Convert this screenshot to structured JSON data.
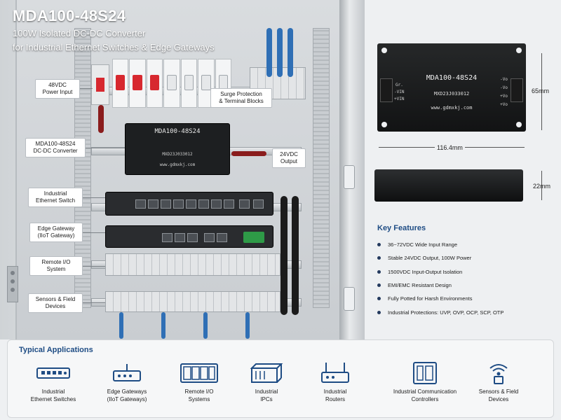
{
  "header": {
    "title": "MDA100-48S24",
    "subtitle_line1": "100W Isolated DC-DC Converter",
    "subtitle_line2": "for Industrial Ethernet Switches & Edge Gateways"
  },
  "callouts": {
    "power_input": [
      "48VDC",
      "Power Input"
    ],
    "surge": [
      "Surge Protection",
      "& Terminal Blocks"
    ],
    "converter": [
      "MDA100-48S24",
      "DC-DC Converter"
    ],
    "output": [
      "24VDC",
      "Output"
    ],
    "switch": [
      "Industrial",
      "Ethernet Switch"
    ],
    "gateway": [
      "Edge Gateway",
      "(IIoT Gateway)"
    ],
    "remote_io": [
      "Remote I/O",
      "System"
    ],
    "sensors": [
      "Sensors & Field",
      "Devices"
    ]
  },
  "module": {
    "model": "MDA100-48S24",
    "serial": "MXD23J033012",
    "website": "www.gdmxkj.com",
    "pins_left": [
      "Gr.",
      "-VIN",
      "+VIN"
    ],
    "pins_right": [
      "-Vo",
      "-Vo",
      "+Vo",
      "+Vo"
    ]
  },
  "dimensions": {
    "width": "116.4mm",
    "height": "65mm",
    "depth": "22mm"
  },
  "features": {
    "title": "Key Features",
    "items": [
      "36~72VDC Wide Input Range",
      "Stable 24VDC Output, 100W Power",
      "1500VDC Input-Output Isolation",
      "EMI/EMC Resistant Design",
      "Fully Potted for Harsh Environments",
      "Industrial Protections: UVP, OVP, OCP, SCP, OTP"
    ]
  },
  "applications": {
    "title": "Typical Applications",
    "items": [
      {
        "icon": "ethernet-switch-icon",
        "line1": "Industrial",
        "line2": "Ethernet Switches"
      },
      {
        "icon": "edge-gateway-icon",
        "line1": "Edge Gateways",
        "line2": "(IIoT Gateways)"
      },
      {
        "icon": "remote-io-icon",
        "line1": "Remote I/O",
        "line2": "Systems"
      },
      {
        "icon": "industrial-ipc-icon",
        "line1": "Industrial",
        "line2": "IPCs"
      },
      {
        "icon": "router-icon",
        "line1": "Industrial",
        "line2": "Routers"
      },
      {
        "icon": "controller-icon",
        "line1": "Industrial Communication",
        "line2": "Controllers"
      },
      {
        "icon": "wireless-sensor-icon",
        "line1": "Sensors & Field",
        "line2": "Devices"
      }
    ]
  },
  "colors": {
    "accent": "#1e4c84",
    "breaker_red": "#d7282f",
    "cable_blue": "#2f6fb5",
    "terminal_green": "#2e9a47"
  }
}
